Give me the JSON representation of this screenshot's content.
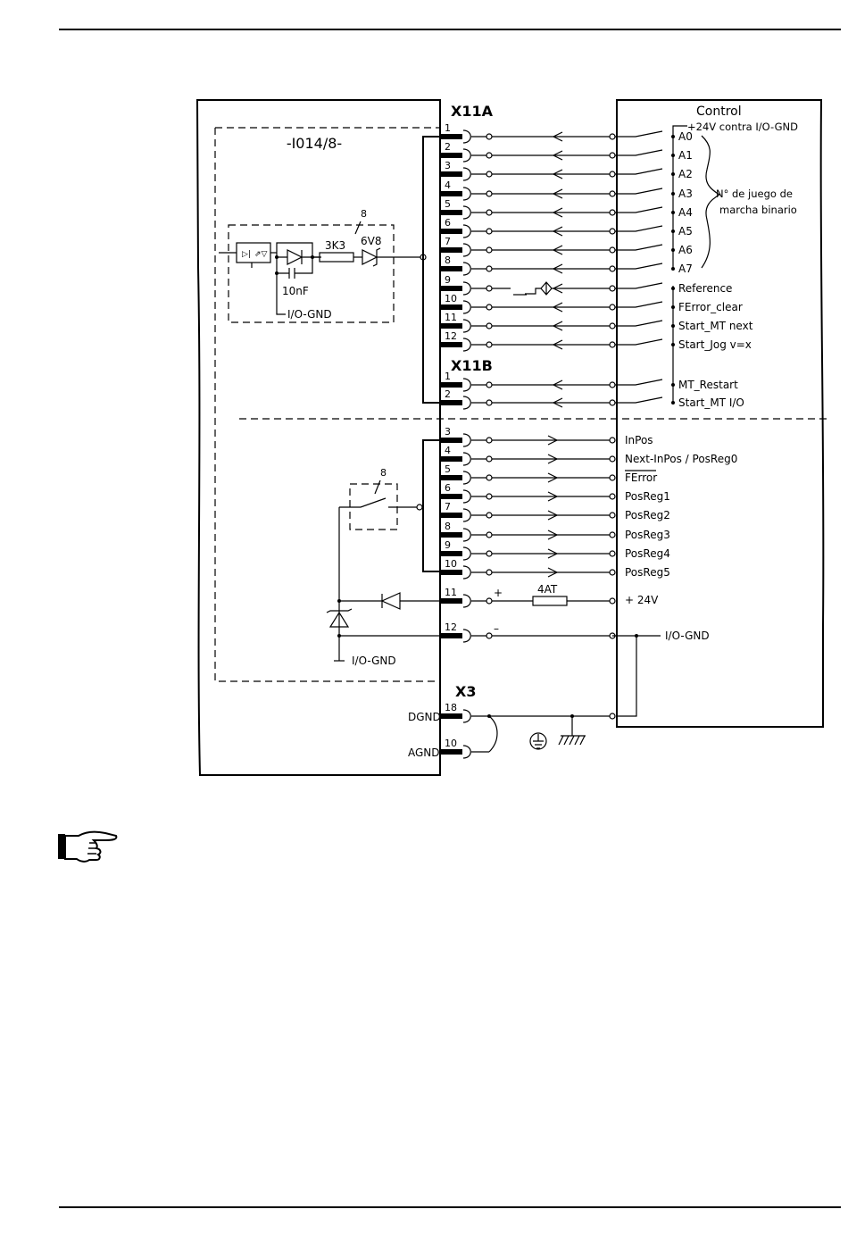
{
  "module": {
    "title": "-I014/8-",
    "relay_number_in": "8",
    "relay_number_out": "8",
    "resistor": "3K3",
    "zener": "6V8",
    "capacitor": "10nF",
    "gnd_in": "I/O-GND",
    "gnd_out": "I/O-GND"
  },
  "connectors": {
    "x11a": "X11A",
    "x11b": "X11B",
    "x3": "X3",
    "dgnd": "DGND",
    "agnd": "AGND",
    "fuse": "4AT",
    "plus": "+",
    "minus": "–"
  },
  "control": {
    "title": "Control",
    "supply": "+24V contra I/O-GND",
    "brace_label_1": "N° de juego de",
    "brace_label_2": "marcha binario",
    "plus24": "+ 24V",
    "io_gnd": "I/O-GND"
  },
  "inputs": [
    {
      "pin": "1",
      "signal": "A0"
    },
    {
      "pin": "2",
      "signal": "A1"
    },
    {
      "pin": "3",
      "signal": "A2"
    },
    {
      "pin": "4",
      "signal": "A3"
    },
    {
      "pin": "5",
      "signal": "A4"
    },
    {
      "pin": "6",
      "signal": "A5"
    },
    {
      "pin": "7",
      "signal": "A6"
    },
    {
      "pin": "8",
      "signal": "A7"
    },
    {
      "pin": "9",
      "signal": "Reference"
    },
    {
      "pin": "10",
      "signal": "FError_clear"
    },
    {
      "pin": "11",
      "signal": "Start_MT next"
    },
    {
      "pin": "12",
      "signal": "Start_Jog v=x"
    }
  ],
  "inputs_b": [
    {
      "pin": "1",
      "signal": "MT_Restart"
    },
    {
      "pin": "2",
      "signal": "Start_MT I/O"
    }
  ],
  "outputs": [
    {
      "pin": "3",
      "signal": "InPos"
    },
    {
      "pin": "4",
      "signal": "Next-InPos / PosReg0"
    },
    {
      "pin": "5",
      "signal": "FError"
    },
    {
      "pin": "6",
      "signal": "PosReg1"
    },
    {
      "pin": "7",
      "signal": "PosReg2"
    },
    {
      "pin": "8",
      "signal": "PosReg3"
    },
    {
      "pin": "9",
      "signal": "PosReg4"
    },
    {
      "pin": "10",
      "signal": "PosReg5"
    }
  ],
  "supply_pins": {
    "plus": "11",
    "minus": "12"
  },
  "x3_pins": {
    "dgnd": "18",
    "agnd": "10"
  }
}
